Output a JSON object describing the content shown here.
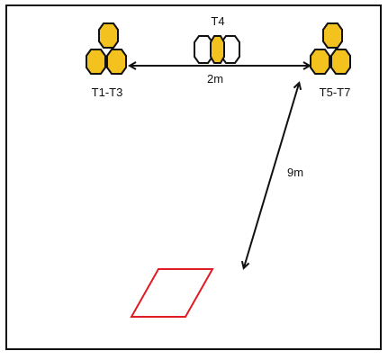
{
  "labels": {
    "group_left": "T1-T3",
    "group_middle": "T4",
    "group_right": "T5-T7",
    "distance_horizontal": "2m",
    "distance_diagonal": "9m"
  },
  "colors": {
    "frame": "#111111",
    "target_fill": "#f4c21f",
    "target_empty": "#ffffff",
    "target_stroke": "#111111",
    "arrow": "#111111",
    "zone": "#e01b24"
  }
}
